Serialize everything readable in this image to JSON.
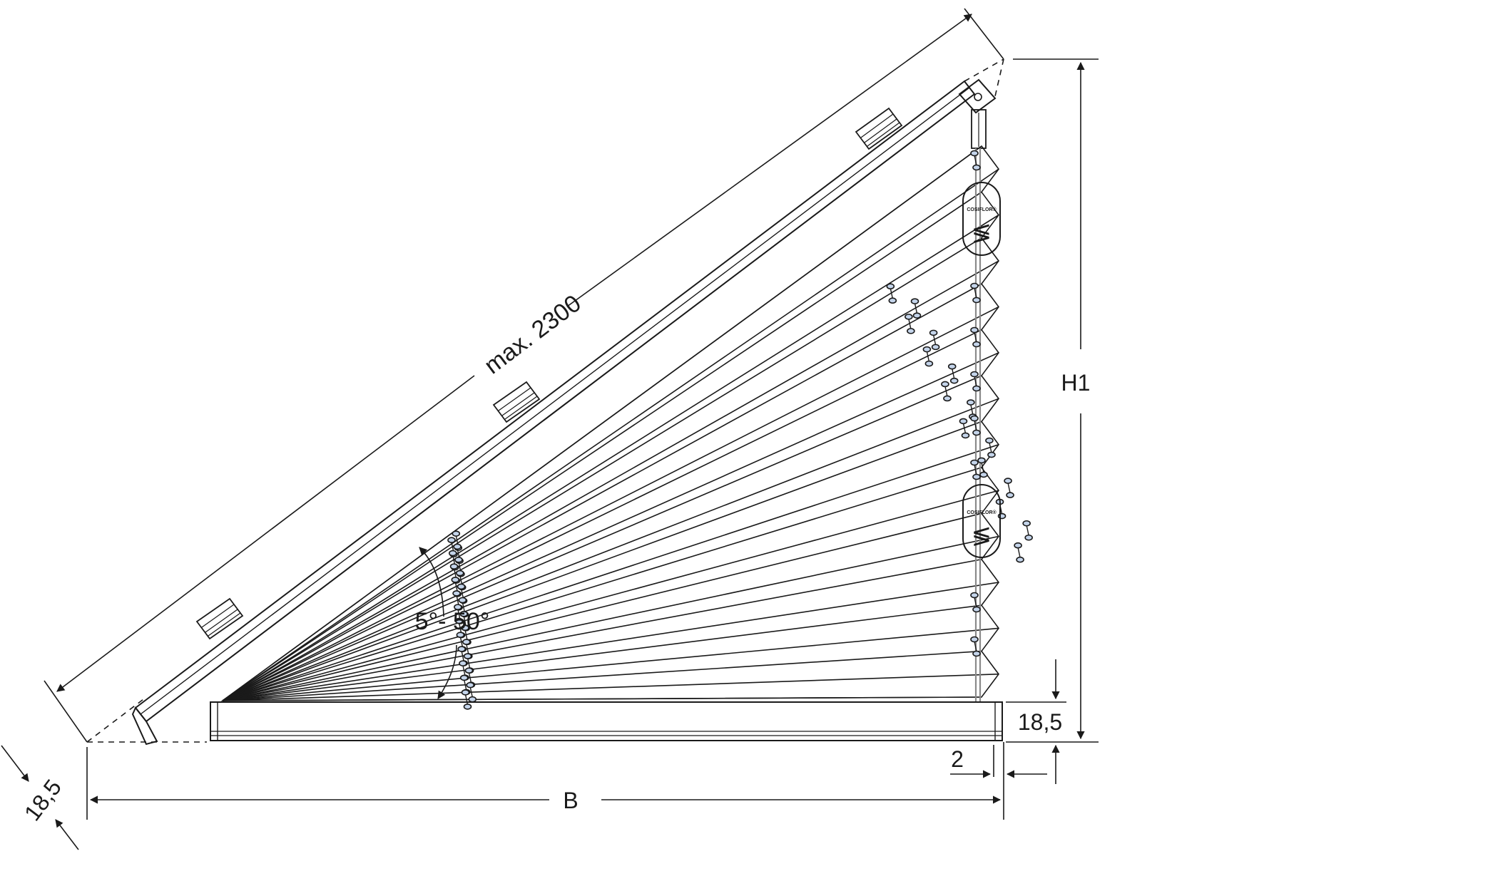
{
  "labels": {
    "max_length": "max. 2300",
    "height": "H1",
    "width": "B",
    "angle_range": "5°- 50°",
    "bottom_rail_height": "18,5",
    "side_offset": "2",
    "top_rail_offset": "18,5"
  },
  "brand": {
    "name": "COSIFLOR®",
    "logo_glyph": "≶"
  },
  "colors": {
    "line": "#1a1a1a",
    "eyelet_fill": "#c4d4ea",
    "cord": "#8a8a8a"
  }
}
